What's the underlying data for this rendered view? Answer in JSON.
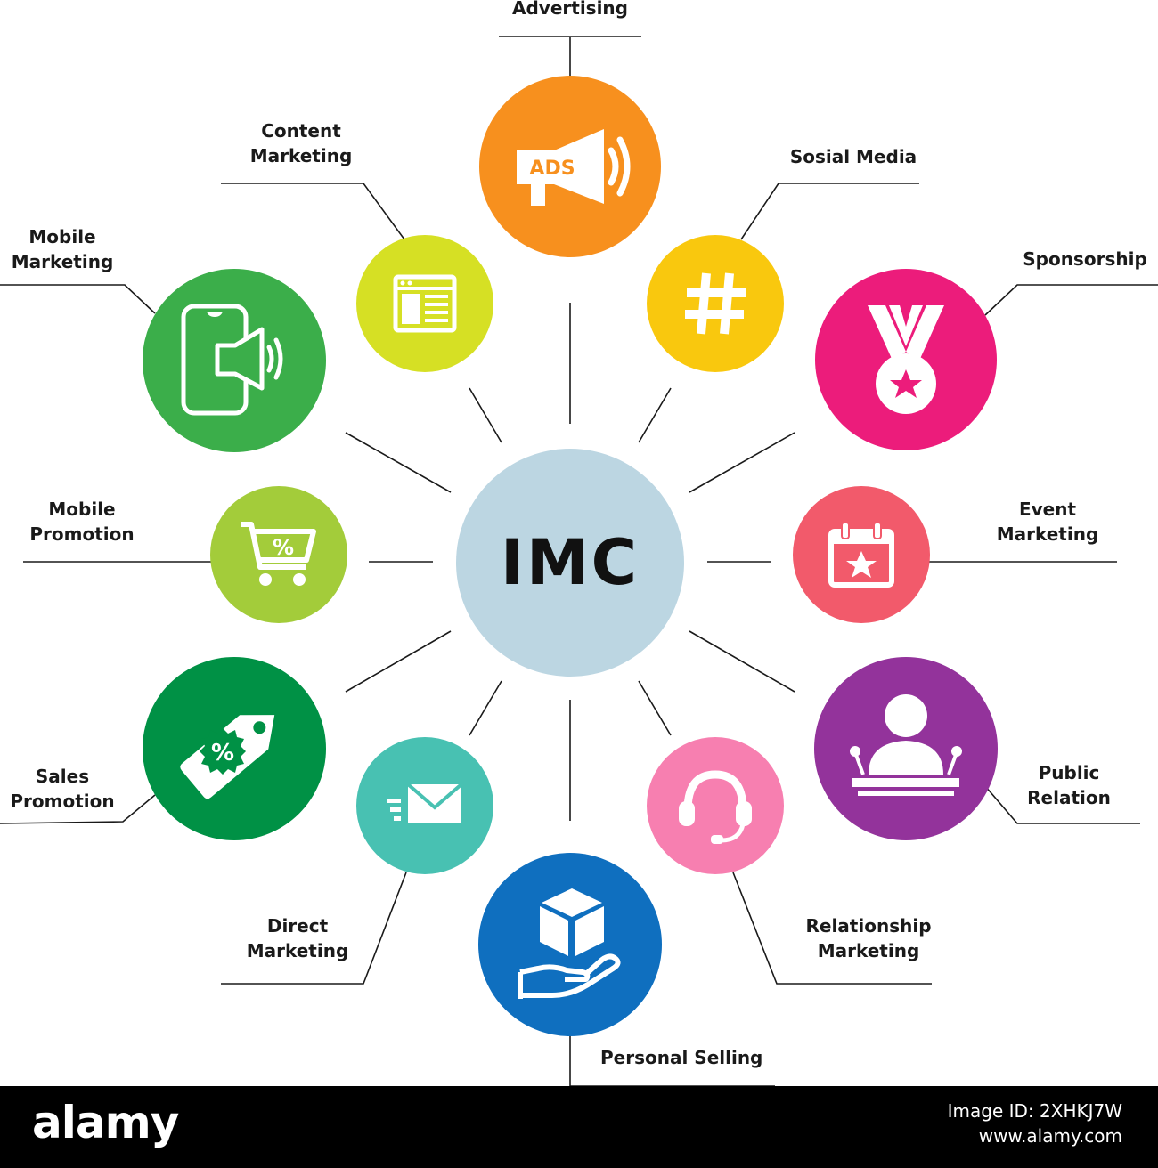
{
  "center": {
    "label": "IMC",
    "color": "#bcd6e2"
  },
  "nodes": [
    {
      "id": "advertising",
      "lines": [
        "Advertising"
      ],
      "color": "#f7901e",
      "icon": "megaphone-icon",
      "icon_text": "ADS"
    },
    {
      "id": "social-media",
      "lines": [
        "Sosial Media"
      ],
      "color": "#f9c80e",
      "icon": "hashtag-icon"
    },
    {
      "id": "sponsorship",
      "lines": [
        "Sponsorship"
      ],
      "color": "#ec1c7b",
      "icon": "medal-icon"
    },
    {
      "id": "event-marketing",
      "lines": [
        "Event",
        "Marketing"
      ],
      "color": "#f25a6b",
      "icon": "calendar-star-icon"
    },
    {
      "id": "public-relation",
      "lines": [
        "Public",
        "Relation"
      ],
      "color": "#93339b",
      "icon": "speaker-podium-icon"
    },
    {
      "id": "relationship-marketing",
      "lines": [
        "Relationship",
        "Marketing"
      ],
      "color": "#f77fb0",
      "icon": "headset-icon"
    },
    {
      "id": "personal-selling",
      "lines": [
        "Personal Selling"
      ],
      "color": "#0f6fbf",
      "icon": "hand-box-icon"
    },
    {
      "id": "direct-marketing",
      "lines": [
        "Direct",
        "Marketing"
      ],
      "color": "#48c1b2",
      "icon": "mail-icon"
    },
    {
      "id": "sales-promotion",
      "lines": [
        "Sales",
        "Promotion"
      ],
      "color": "#009145",
      "icon": "price-tag-icon",
      "icon_text": "%"
    },
    {
      "id": "mobile-promotion",
      "lines": [
        "Mobile",
        "Promotion"
      ],
      "color": "#a3cc3a",
      "icon": "cart-icon",
      "icon_text": "%"
    },
    {
      "id": "mobile-marketing",
      "lines": [
        "Mobile",
        "Marketing"
      ],
      "color": "#3bae4a",
      "icon": "phone-megaphone-icon"
    },
    {
      "id": "content-marketing",
      "lines": [
        "Content",
        "Marketing"
      ],
      "color": "#d6e024",
      "icon": "web-page-icon"
    }
  ],
  "footer": {
    "logo": "alamy",
    "code_lines": [
      "Image ID: 2XHKJ7W",
      "www.alamy.com"
    ]
  }
}
